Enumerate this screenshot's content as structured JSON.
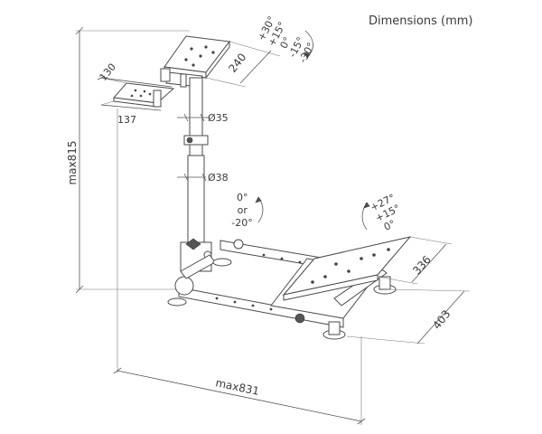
{
  "title": "Dimensions (mm)",
  "dimensions": {
    "max_height": "max815",
    "max_length": "max831",
    "mount_width": "240",
    "mount_small_width": "130",
    "mount_small_depth": "137",
    "upper_tube_diameter": "Ø35",
    "lower_tube_diameter": "Ø38",
    "pedal_plate_width": "336",
    "base_width": "403"
  },
  "angles": {
    "wheel_mount": [
      "+30°",
      "+15°",
      "0°",
      "-15°",
      "-30°"
    ],
    "column_tilt": [
      "0°",
      "or",
      "-20°"
    ],
    "pedal_plate": [
      "+27°",
      "+15°",
      "0°"
    ]
  },
  "colors": {
    "line": "#4a4a4a",
    "text": "#3a3a3a",
    "background": "#ffffff"
  }
}
